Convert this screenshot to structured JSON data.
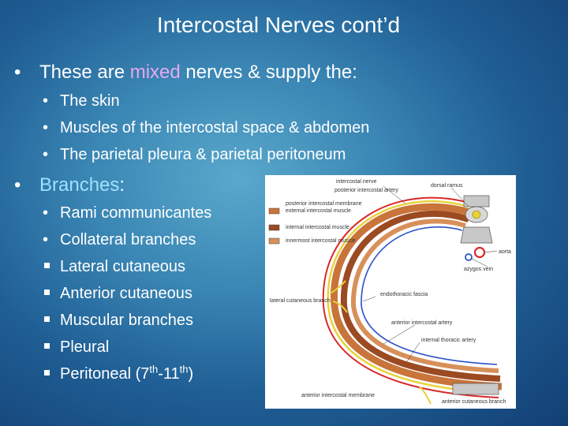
{
  "title": "Intercostal Nerves cont’d",
  "bullets": {
    "mixed": {
      "prefix": "These are ",
      "highlight": "mixed",
      "suffix": " nerves & supply the:",
      "items": [
        "The skin",
        "Muscles of the intercostal space & abdomen",
        "The parietal pleura & parietal peritoneum"
      ]
    },
    "branches": {
      "highlight": "Branches",
      "suffix": ":",
      "items": [
        "Rami communicantes",
        "Collateral branches",
        "Lateral cutaneous",
        "Anterior cutaneous",
        "Muscular branches",
        "Pleural"
      ],
      "peritoneal": {
        "a": "Peritoneal (7",
        "sup1": "th",
        "b": "-11",
        "sup2": "th",
        "c": ")"
      }
    }
  },
  "diagram": {
    "labels": {
      "intercostal_nerve": "intercostal nerve",
      "posterior_intercostal_artery": "posterior intercostal artery",
      "dorsal_ramus": "dorsal ramus",
      "posterior_intercostal_membrane": "posterior intercostal membrane",
      "external_intercostal_muscle": "external intercostal muscle",
      "internal_intercostal_muscle": "internal intercostal muscle",
      "innermost_intercostal_muscle": "innermost intercostal muscle",
      "aorta": "aorta",
      "azygos_vein": "azygos vein",
      "endothoracic_fascia": "endothoracic fascia",
      "lateral_cutaneous_branch": "lateral cutaneous branch",
      "anterior_intercostal_artery": "anterior intercostal artery",
      "internal_thoracic_artery": "internal thoracic artery",
      "anterior_intercostal_membrane": "anterior intercostal membrane",
      "anterior_cutaneous_branch": "anterior cutaneous branch"
    },
    "colors": {
      "muscle_ext": "#c9743a",
      "muscle_int": "#9b4a22",
      "muscle_inn": "#d8905a",
      "nerve": "#e8d23a",
      "artery": "#d8282a",
      "vein": "#2c50c8",
      "bone": "#c8c8c8"
    }
  }
}
